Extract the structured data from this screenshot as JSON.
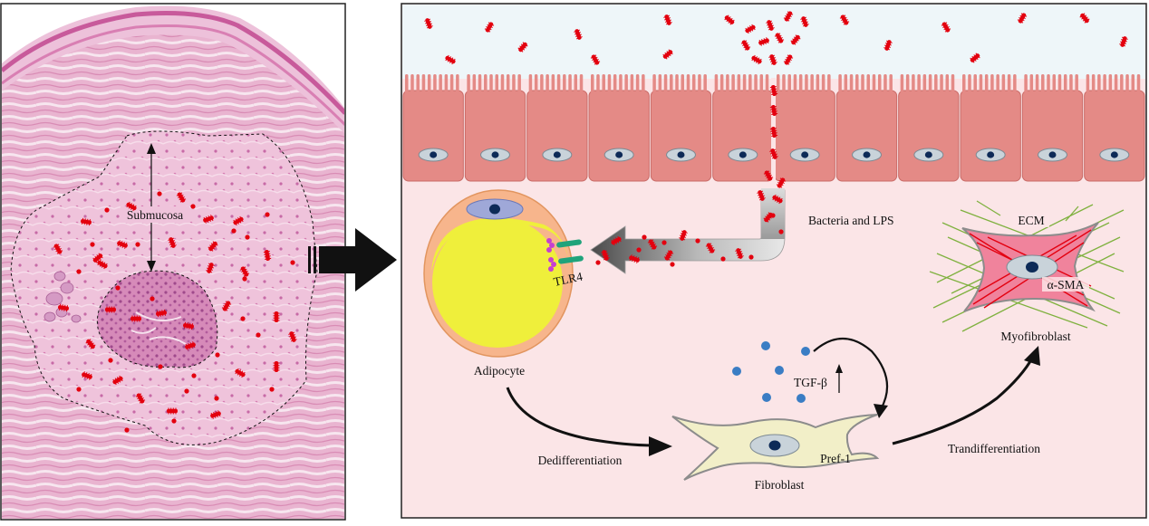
{
  "figure": {
    "histology": {
      "label_submucosa": "Submucosa"
    },
    "schematic": {
      "label_bacteria": "Bacteria and LPS",
      "label_tlr4": "TLR4",
      "label_adipocyte": "Adipocyte",
      "label_dedifferentiation": "Dedifferentiation",
      "label_tgf": "TGF-β",
      "label_pref1": "Pref-1",
      "label_fibroblast": "Fibroblast",
      "label_transdifferentiation": "Trandifferentiation",
      "label_ecm": "ECM",
      "label_asma": "α-SMA",
      "label_myofibroblast": "Myofibroblast"
    }
  },
  "colors": {
    "tissue_pink": "#e7a9c9",
    "tissue_light": "#f2d2e3",
    "lumen": "#eef6f9",
    "epithelium": "#e48a86",
    "lamina": "#fbe5e7",
    "bacteria": "#e3000f",
    "adipocyte_fill": "#efef3b",
    "adipocyte_rim": "#f4b07a",
    "fibroblast": "#f2efc8",
    "myofibroblast": "#f0839c",
    "ecm": "#7fb13f",
    "tgf_dot": "#3a7dc4"
  }
}
